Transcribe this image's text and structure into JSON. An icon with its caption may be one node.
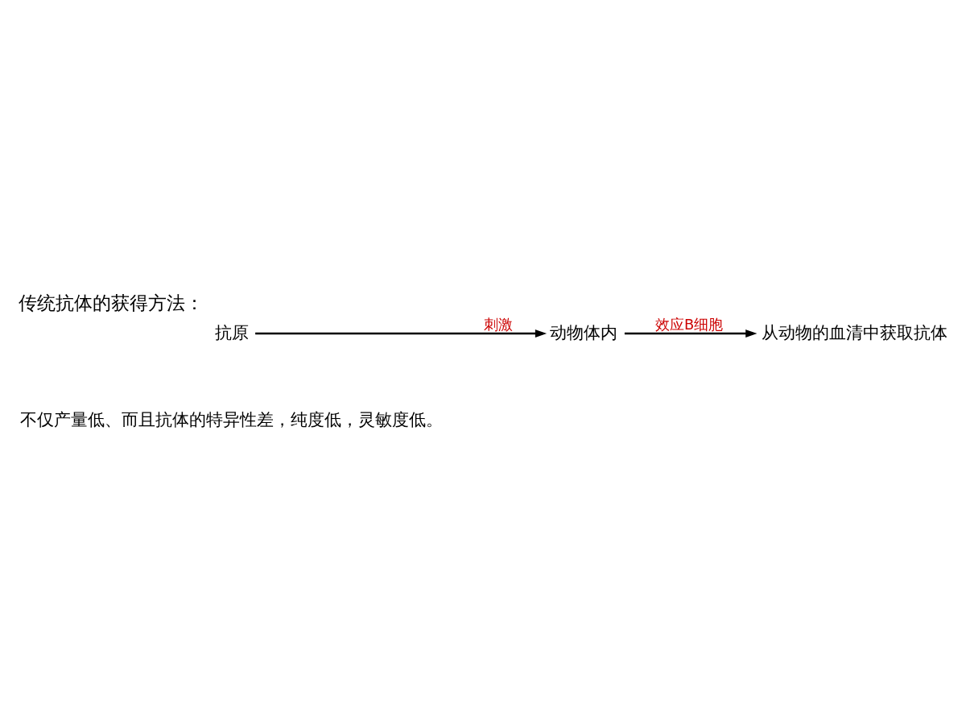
{
  "diagram": {
    "title": "传统抗体的获得方法：",
    "nodes": [
      {
        "text": [
          "抗原"
        ]
      },
      {
        "text": [
          "动物体内"
        ]
      },
      {
        "text": [
          "从动物的血清中获取抗体"
        ]
      }
    ],
    "edges": [
      {
        "from": 0,
        "to": 1,
        "arrow": "to",
        "label": "刺激"
      },
      {
        "from": 1,
        "to": 2,
        "arrow": "to",
        "label": "效应B细胞"
      }
    ],
    "labels": [
      "不仅产量低、而且抗体的特异性差，纯度低，灵敏度低。"
    ]
  }
}
